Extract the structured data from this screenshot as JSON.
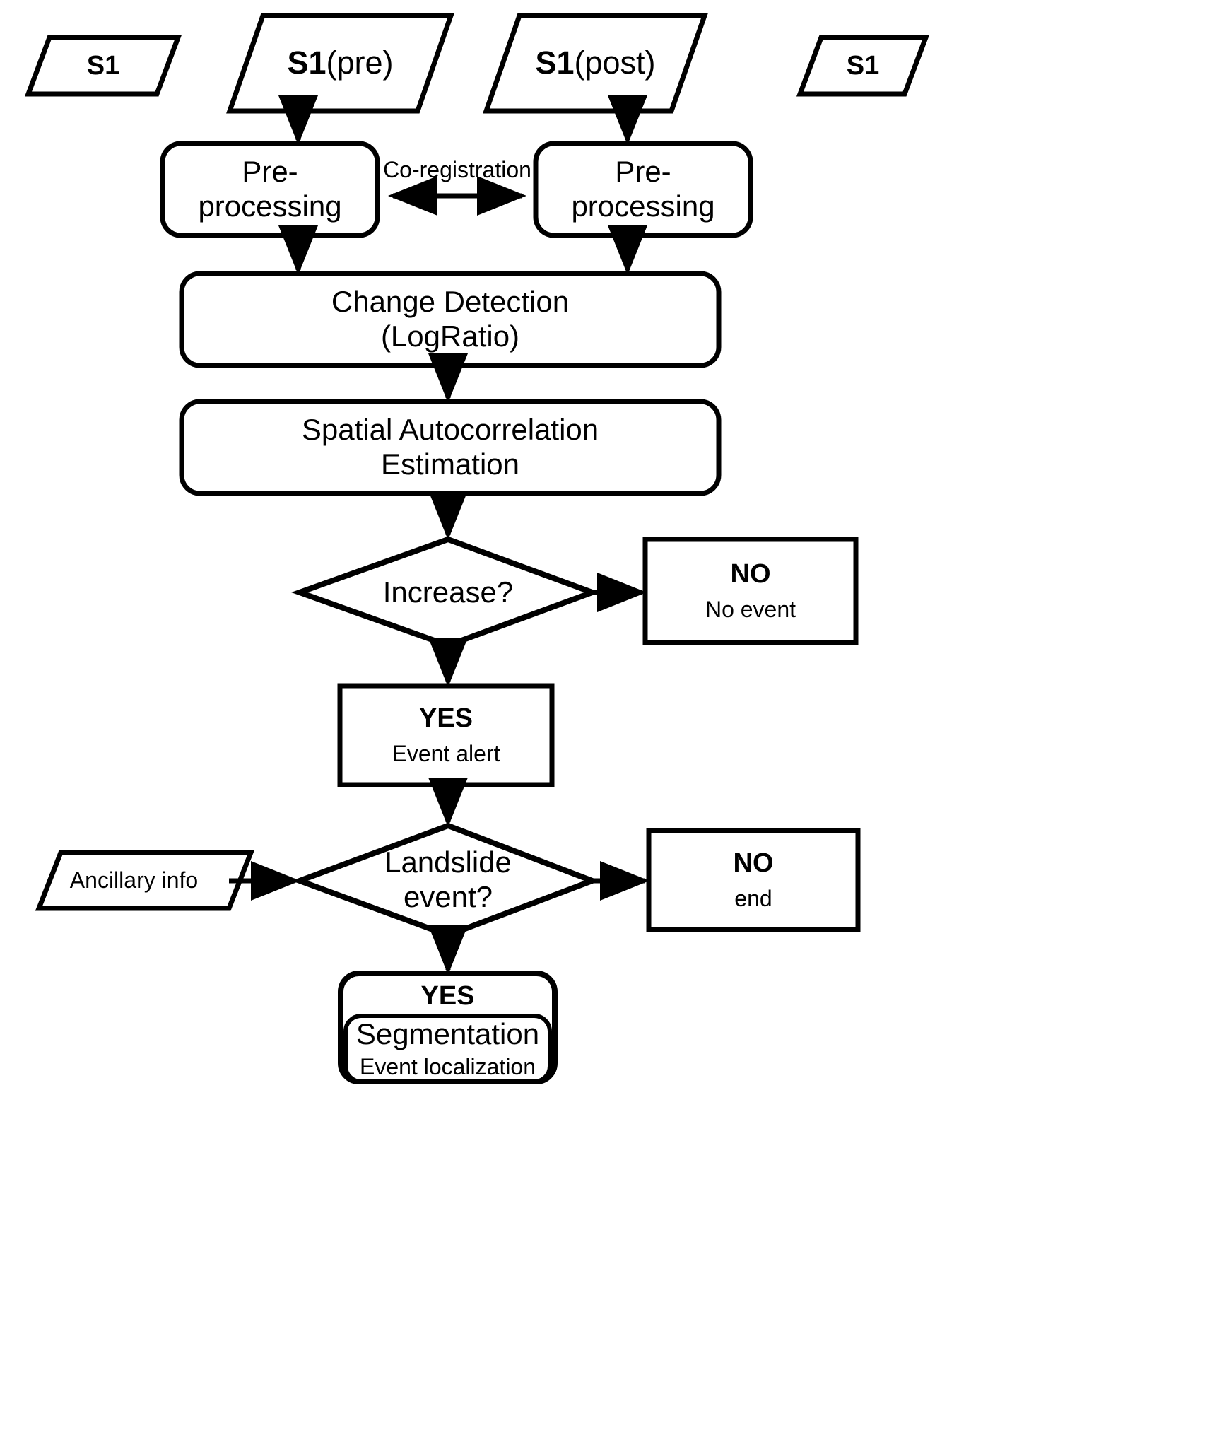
{
  "diagram": {
    "title": "Landslide detection processing chain flowchart",
    "stroke_color": "#000000",
    "fill_color": "#ffffff",
    "nodes": {
      "s1_left": {
        "label": "S1",
        "shape": "parallelogram"
      },
      "s1_pre": {
        "label_bold": "S1",
        "label_rest": "(pre)",
        "shape": "parallelogram"
      },
      "s1_post": {
        "label_bold": "S1",
        "label_rest": "(post)",
        "shape": "parallelogram"
      },
      "s1_right": {
        "label": "S1",
        "shape": "parallelogram"
      },
      "preprocessing_left": {
        "line1": "Pre-",
        "line2": "processing",
        "shape": "rounded-rect"
      },
      "preprocessing_right": {
        "line1": "Pre-",
        "line2": "processing",
        "shape": "rounded-rect"
      },
      "co_registration": {
        "label": "Co-registration",
        "shape": "edge-label"
      },
      "change_detection": {
        "line1": "Change Detection",
        "line2": "(LogRatio)",
        "shape": "rounded-rect"
      },
      "spatial_autocorrelation": {
        "line1": "Spatial Autocorrelation",
        "line2": "Estimation",
        "shape": "rounded-rect"
      },
      "increase_decision": {
        "label": "Increase?",
        "shape": "diamond"
      },
      "no_event": {
        "title": "NO",
        "subtitle": "No event",
        "shape": "rect"
      },
      "event_alert": {
        "title": "YES",
        "subtitle": "Event alert",
        "shape": "rect"
      },
      "landslide_decision": {
        "line1": "Landslide",
        "line2": "event?",
        "shape": "diamond"
      },
      "ancillary_info": {
        "label": "Ancillary info",
        "shape": "parallelogram"
      },
      "no_end": {
        "title": "NO",
        "subtitle": "end",
        "shape": "rect"
      },
      "segmentation": {
        "title": "YES",
        "line1": "Segmentation",
        "line2": "Event localization",
        "shape": "rounded-rect"
      }
    },
    "edges": [
      {
        "from": "s1_pre",
        "to": "preprocessing_left",
        "type": "arrow-down"
      },
      {
        "from": "s1_post",
        "to": "preprocessing_right",
        "type": "arrow-down"
      },
      {
        "from": "preprocessing_left",
        "to": "preprocessing_right",
        "type": "double-arrow",
        "label": "Co-registration"
      },
      {
        "from": "preprocessing_left",
        "to": "change_detection",
        "type": "arrow-down"
      },
      {
        "from": "preprocessing_right",
        "to": "change_detection",
        "type": "arrow-down"
      },
      {
        "from": "change_detection",
        "to": "spatial_autocorrelation",
        "type": "arrow-down"
      },
      {
        "from": "spatial_autocorrelation",
        "to": "increase_decision",
        "type": "arrow-down"
      },
      {
        "from": "increase_decision",
        "to": "no_event",
        "type": "arrow-right"
      },
      {
        "from": "increase_decision",
        "to": "event_alert",
        "type": "arrow-down"
      },
      {
        "from": "event_alert",
        "to": "landslide_decision",
        "type": "arrow-down"
      },
      {
        "from": "ancillary_info",
        "to": "landslide_decision",
        "type": "arrow-right"
      },
      {
        "from": "landslide_decision",
        "to": "no_end",
        "type": "arrow-right"
      },
      {
        "from": "landslide_decision",
        "to": "segmentation",
        "type": "arrow-down"
      }
    ]
  }
}
